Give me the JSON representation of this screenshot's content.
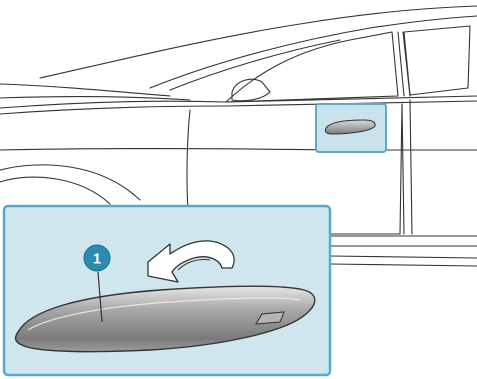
{
  "callout": {
    "number": "1"
  },
  "colors": {
    "accent_border": "#5aa9c7",
    "inset_background": "#cfe6ef",
    "small_highlight_fill": "#c9e2ec",
    "line": "#333333",
    "callout_fill": "#2a8bb3",
    "callout_text": "#ffffff",
    "handle_fill": "#8c8c8c",
    "arrow_fill": "#ffffff"
  },
  "icons": {
    "rotation_arrow": "curved-arrow-icon",
    "car": "car-side-outline",
    "handle": "door-handle-flush"
  }
}
